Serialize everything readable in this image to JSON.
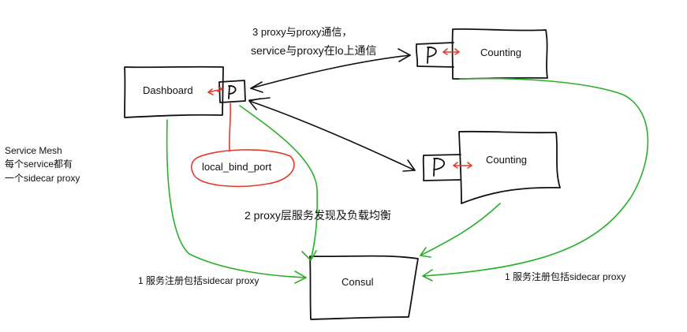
{
  "colors": {
    "ink": "#111111",
    "register_line": "#2bb02b",
    "local_link": "#e23b2a"
  },
  "nodes": {
    "dashboard": {
      "label": "Dashboard"
    },
    "counting_top": {
      "label": "Counting"
    },
    "counting_mid": {
      "label": "Counting"
    },
    "consul": {
      "label": "Consul"
    },
    "proxy_glyph": "P"
  },
  "annotations": {
    "service_mesh": {
      "line1": "Service Mesh",
      "line2": "每个service都有",
      "line3": "一个sidecar proxy"
    },
    "proxy_comm": {
      "line1": "3 proxy与proxy通信，",
      "line2": "service与proxy在lo上通信"
    },
    "local_bind_port": "local_bind_port",
    "discovery": "2 proxy层服务发现及负载均衡",
    "register_left": "1 服务注册包括sidecar proxy",
    "register_right": "1 服务注册包括sidecar proxy"
  }
}
